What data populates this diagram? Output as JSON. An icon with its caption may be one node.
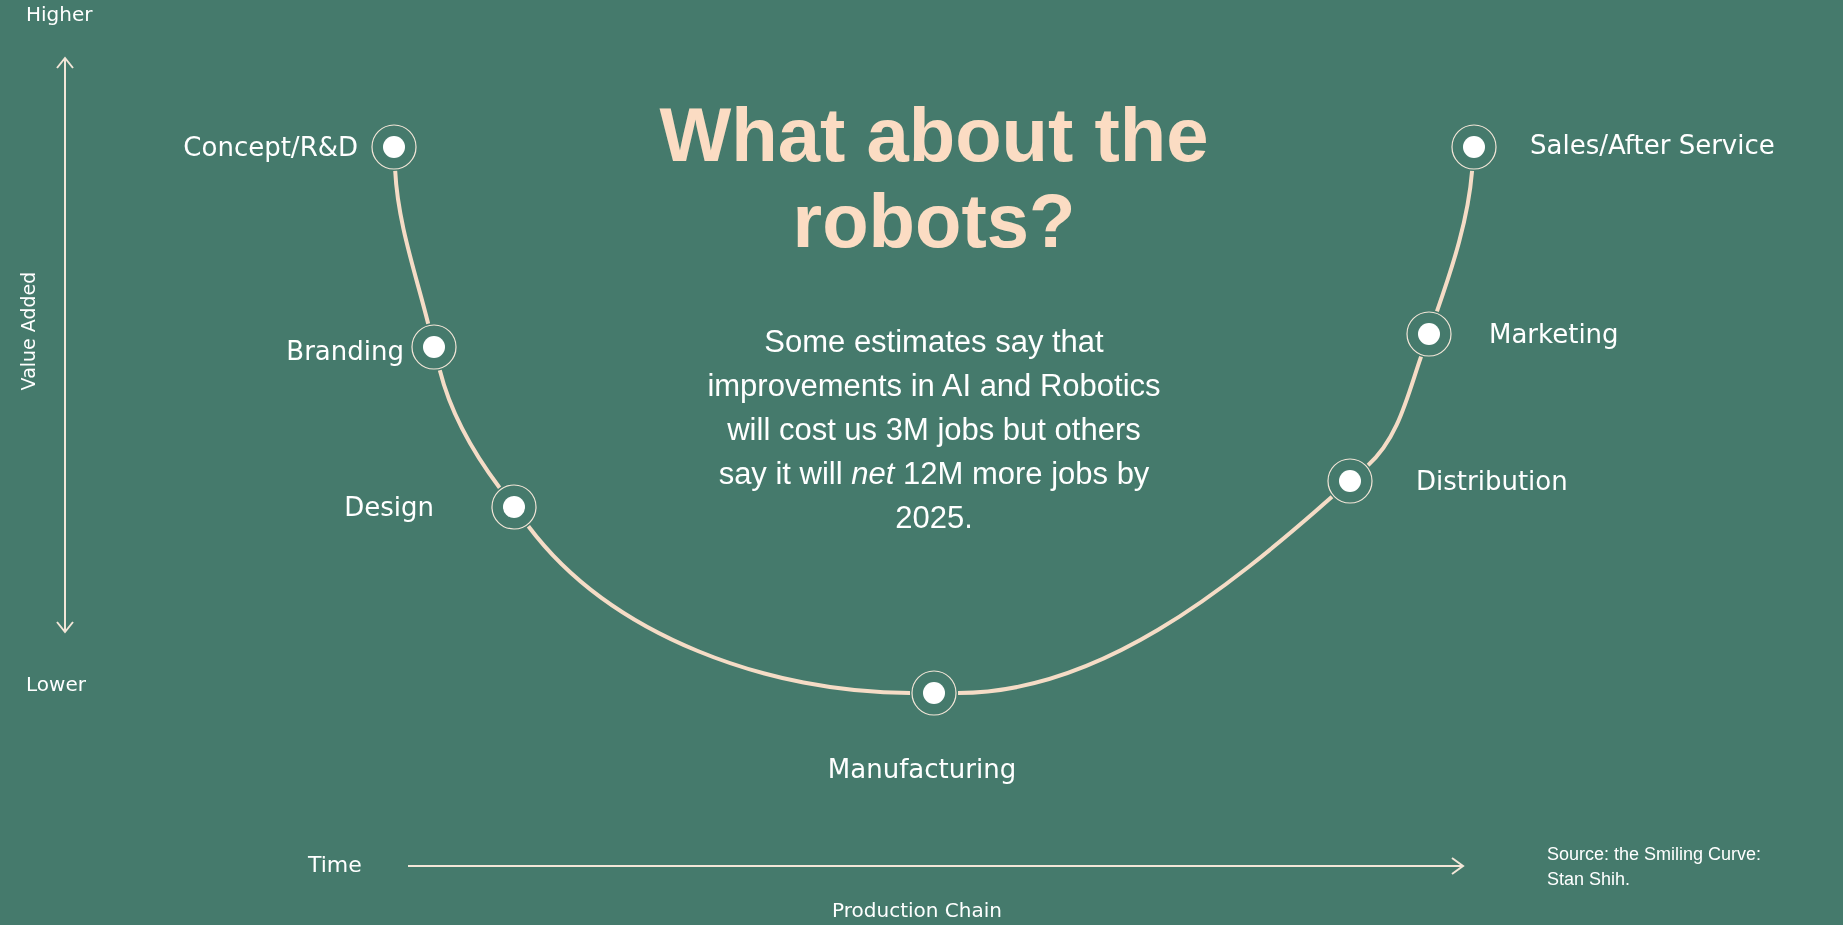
{
  "diagram": {
    "title": "What about the robots?",
    "nodes": [
      {
        "text": [],
        "shape": "circle",
        "beside": [
          "Concept/R&D"
        ]
      },
      {
        "text": [],
        "shape": "circle",
        "beside": [
          "Branding"
        ]
      },
      {
        "text": [],
        "shape": "circle",
        "beside": [
          "Design"
        ]
      },
      {
        "text": [],
        "shape": "circle",
        "beside": [
          "Manufacturing"
        ]
      },
      {
        "text": [],
        "shape": "circle",
        "beside": [
          "Distribution"
        ]
      },
      {
        "text": [],
        "shape": "circle",
        "beside": [
          "Marketing"
        ]
      },
      {
        "text": [],
        "shape": "circle",
        "beside": [
          "Sales/After Service"
        ]
      }
    ],
    "edges": [
      {
        "from": 0,
        "to": 1,
        "arrow": "none"
      },
      {
        "from": 1,
        "to": 2,
        "arrow": "none"
      },
      {
        "from": 2,
        "to": 3,
        "arrow": "none"
      },
      {
        "from": 3,
        "to": 4,
        "arrow": "none"
      },
      {
        "from": 4,
        "to": 5,
        "arrow": "none"
      },
      {
        "from": 5,
        "to": 6,
        "arrow": "none"
      }
    ],
    "labels": [
      "Higher",
      "Value Added",
      "Lower",
      "Some estimates say that improvements in AI and Robotics will cost us 3M jobs but others say it will *net* 12M more jobs by 2025.",
      "Time",
      "Production Chain",
      "Source: the Smiling Curve: Stan Shih."
    ]
  }
}
